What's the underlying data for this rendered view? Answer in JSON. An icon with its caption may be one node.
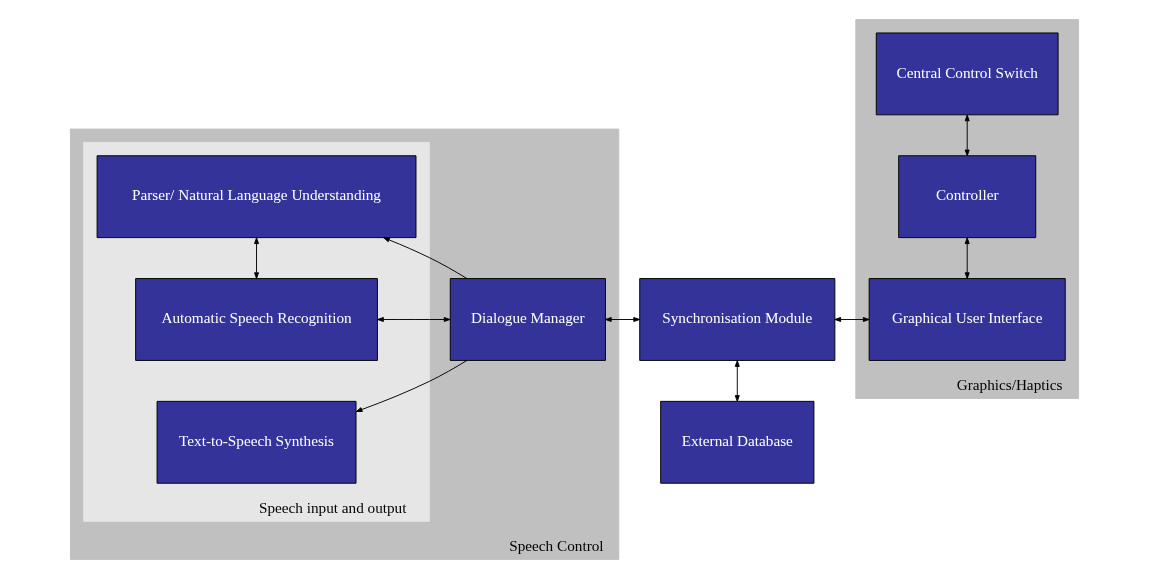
{
  "diagram": {
    "nodes": [
      {
        "text": [
          "Speech Control"
        ]
      },
      {
        "text": [
          "Speech input and output"
        ],
        "in": 0
      },
      {
        "text": [
          "Automatic Speech Recognition"
        ],
        "in": 1
      },
      {
        "text": [
          "Parser/ Natural Language Understanding"
        ],
        "in": 1
      },
      {
        "text": [
          "Text-to-Speech Synthesis"
        ],
        "in": 1
      },
      {
        "text": [
          "Dialogue Manager"
        ],
        "in": 0
      },
      {
        "text": [
          "Synchronisation Module"
        ]
      },
      {
        "text": [
          "External Database"
        ]
      },
      {
        "text": [
          "Graphics/Haptics"
        ]
      },
      {
        "text": [
          "Graphical User Interface"
        ],
        "in": 8
      },
      {
        "text": [
          "Controller"
        ],
        "in": 8
      },
      {
        "text": [
          "Central Control Switch"
        ],
        "in": 8
      }
    ],
    "edges": [
      {
        "from": 2,
        "to": 5,
        "arrow": "both"
      },
      {
        "from": 5,
        "to": 3,
        "arrow": "to"
      },
      {
        "from": 5,
        "to": 4,
        "arrow": "to"
      },
      {
        "from": 2,
        "to": 3,
        "arrow": "both"
      },
      {
        "from": 5,
        "to": 6,
        "arrow": "both"
      },
      {
        "from": 6,
        "to": 9,
        "arrow": "both"
      },
      {
        "from": 6,
        "to": 7,
        "arrow": "both"
      },
      {
        "from": 9,
        "to": 10,
        "arrow": "both"
      },
      {
        "from": 10,
        "to": 11,
        "arrow": "both"
      }
    ]
  }
}
